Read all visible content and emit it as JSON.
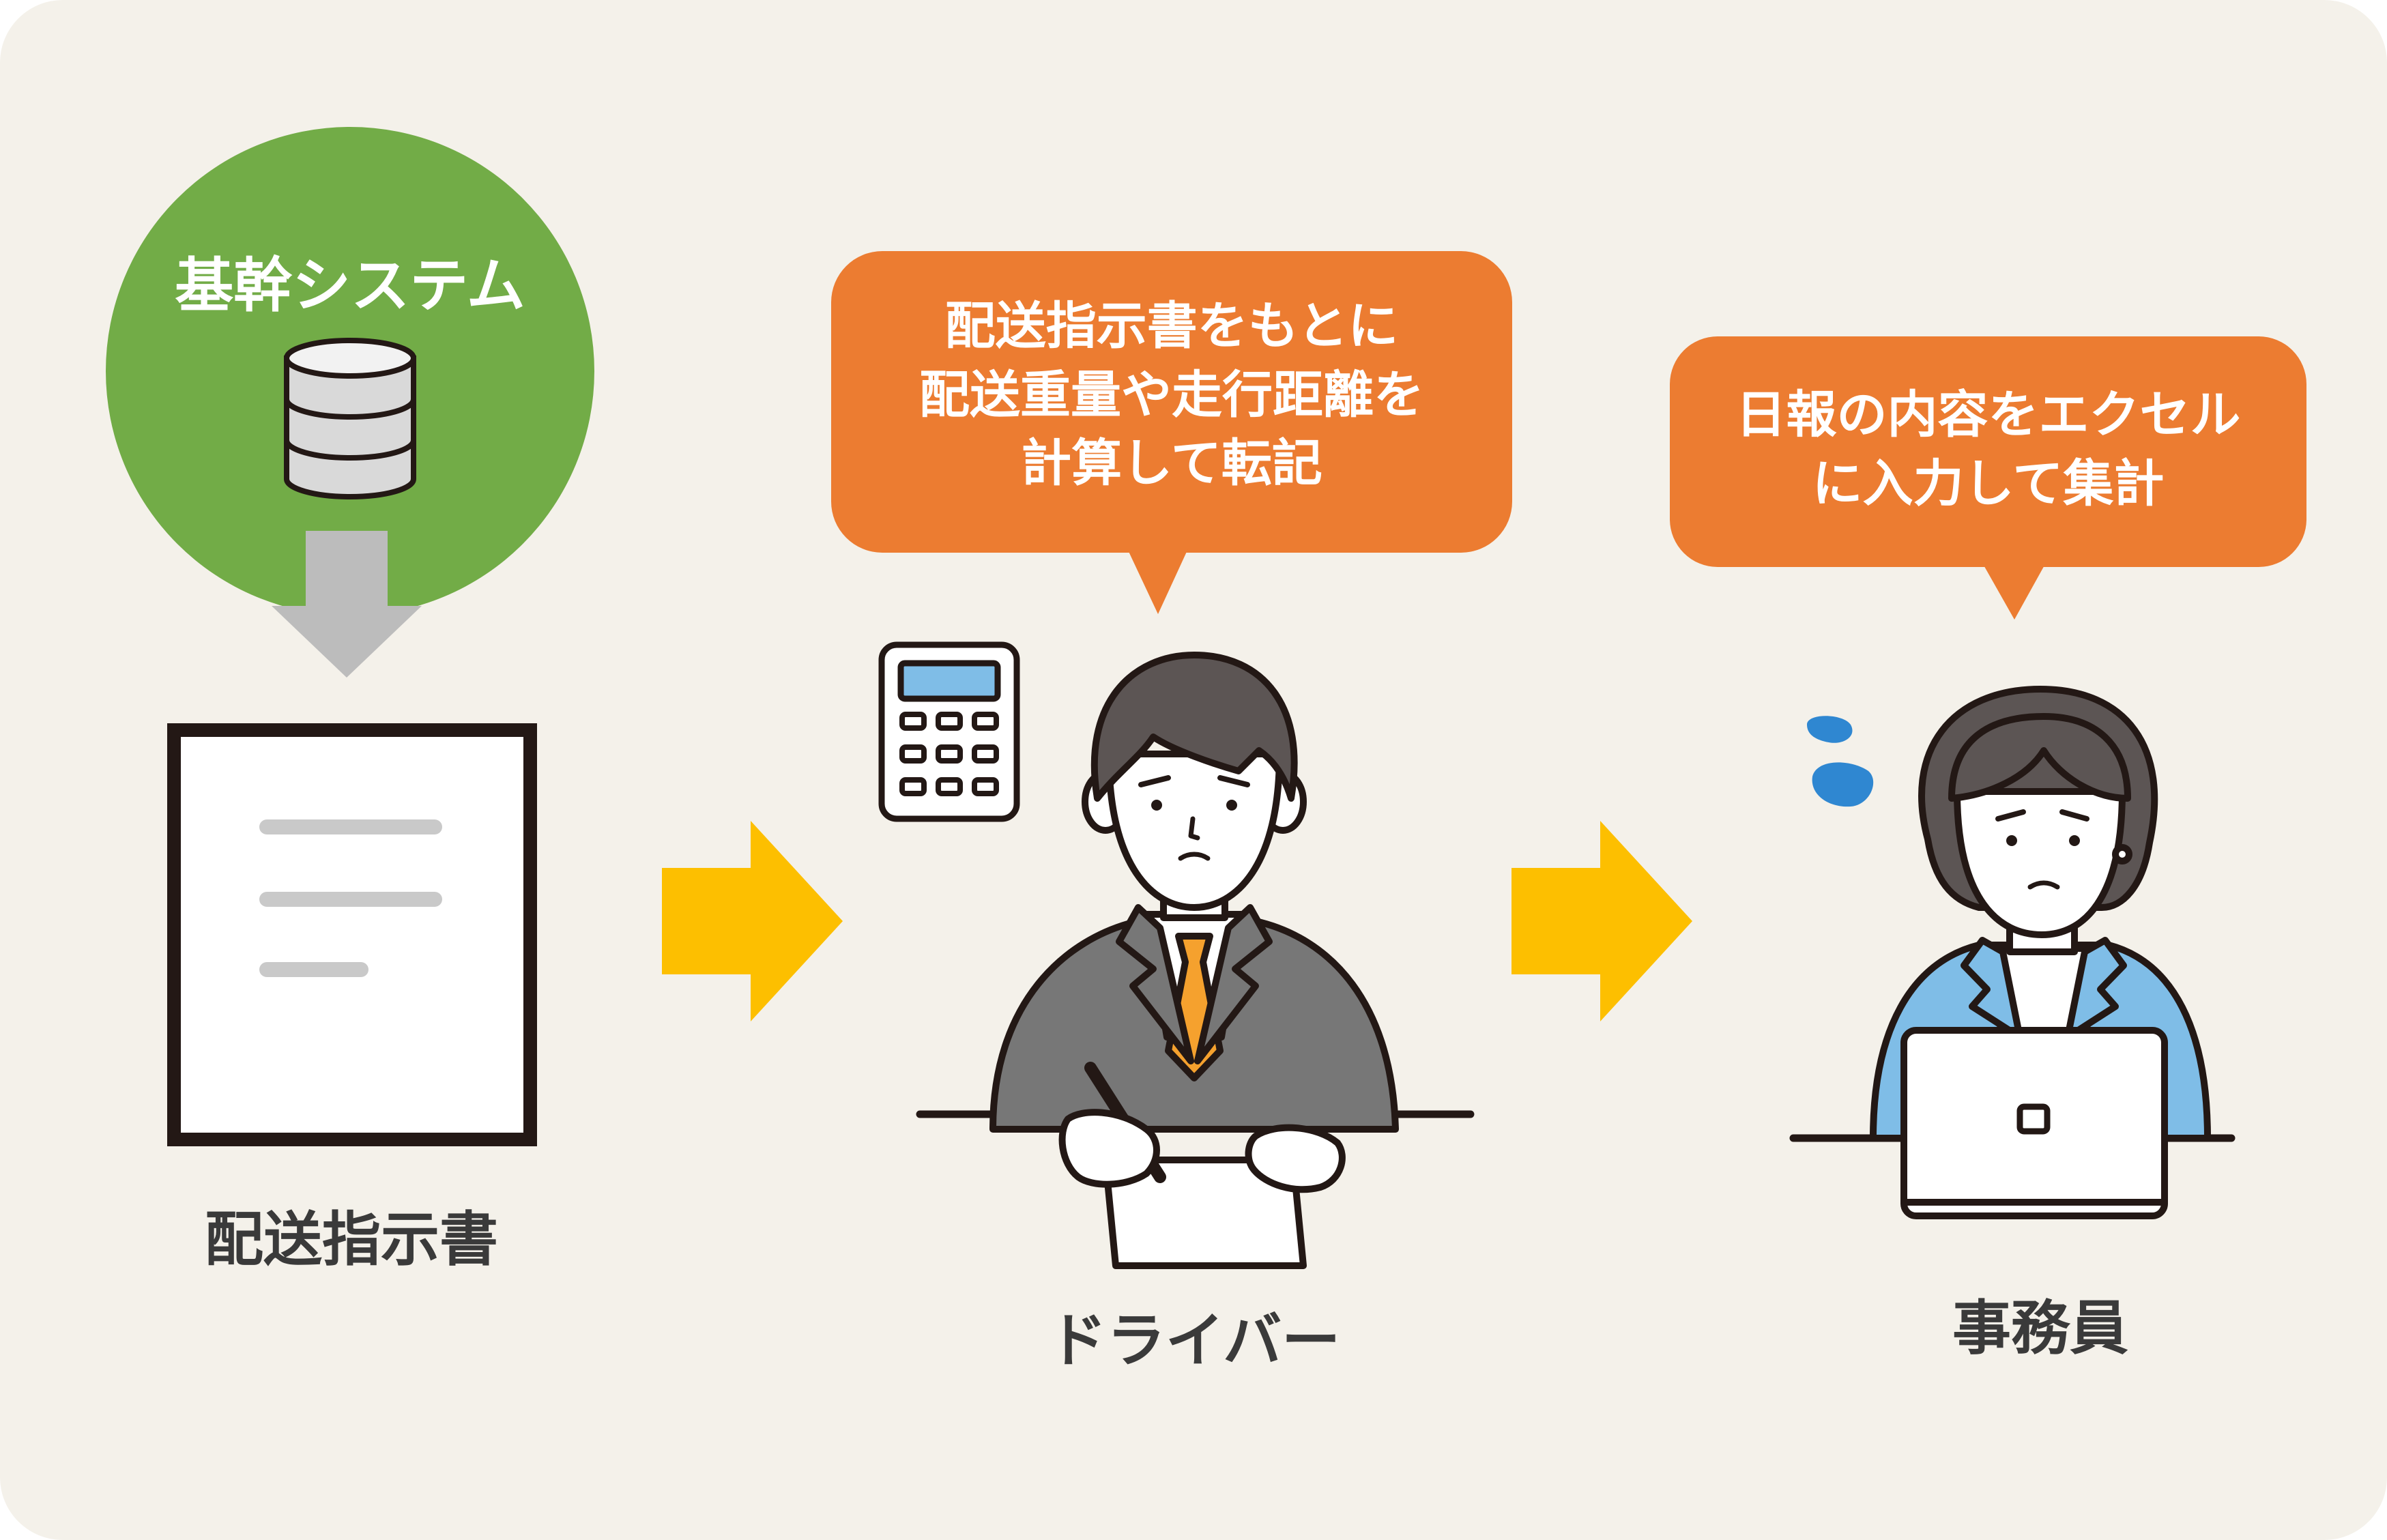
{
  "colors": {
    "background": "#f4f1ea",
    "system_circle": "#72ac47",
    "bubble": "#ec7c31",
    "flow_arrow": "#fdbf00",
    "down_arrow": "#bcbcbc",
    "suit": "#777777",
    "hair": "#5c5554",
    "tie": "#f5a12e",
    "cardigan": "#7fbde7",
    "outline": "#231815"
  },
  "system": {
    "label": "基幹システム",
    "icon": "database-icon"
  },
  "document": {
    "label": "配送指示書",
    "icon": "document-icon"
  },
  "driver": {
    "label": "ドライバー",
    "bubble_lines": [
      "配送指示書をもとに",
      "配送重量や走行距離を",
      "計算して転記"
    ],
    "icons": [
      "calculator-icon",
      "driver-person-icon"
    ]
  },
  "clerk": {
    "label": "事務員",
    "bubble_lines": [
      "日報の内容をエクセル",
      "に入力して集計"
    ],
    "icons": [
      "sweat-drop-icon",
      "clerk-person-icon",
      "laptop-icon"
    ]
  }
}
